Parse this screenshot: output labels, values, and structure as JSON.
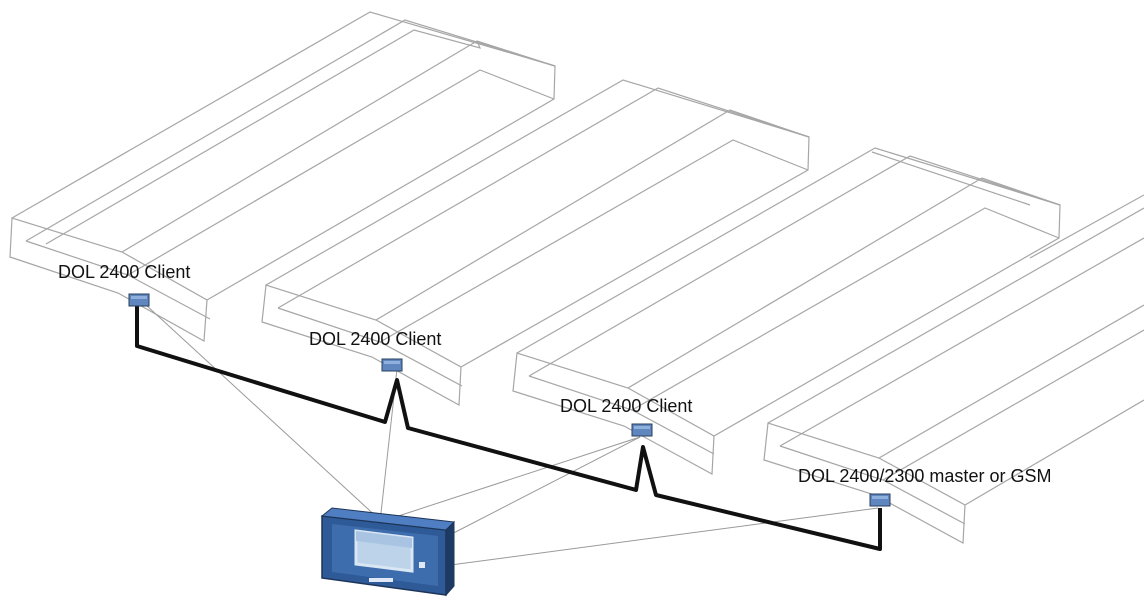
{
  "labels": {
    "client_1": "DOL 2400 Client",
    "client_2": "DOL 2400 Client",
    "client_3": "DOL 2400 Client",
    "master": "DOL 2400/2300 master or GSM"
  },
  "colors": {
    "building_outline": "#a6a6a6",
    "cable": "#111111",
    "wireless_link": "#9a9a9a",
    "device_body": "#3f6fb0",
    "device_screen": "#bcd3ea",
    "unit_box": "#5f86bf"
  },
  "icons": {
    "controller": "controller-panel-icon",
    "unit": "network-unit-icon"
  }
}
